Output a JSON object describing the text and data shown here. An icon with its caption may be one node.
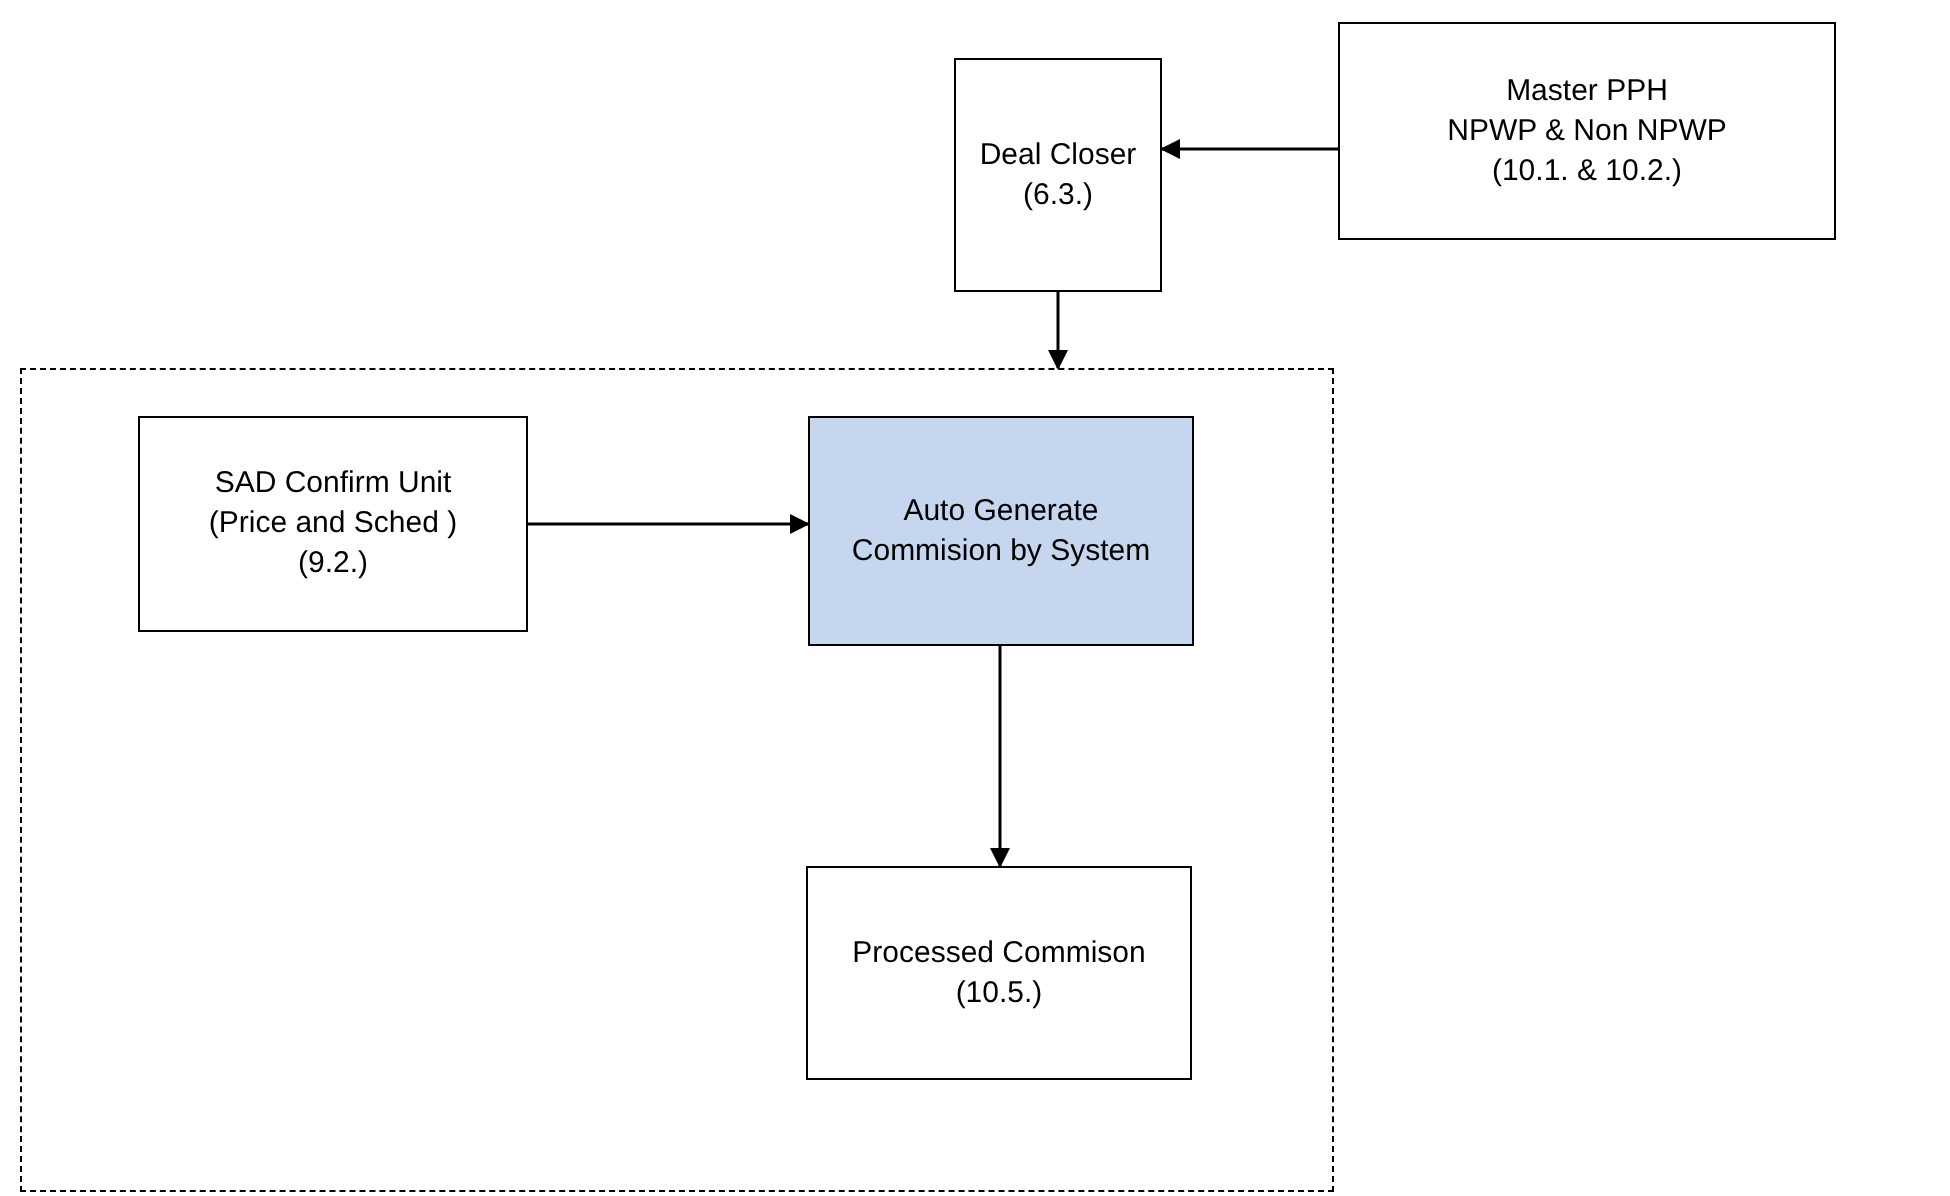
{
  "diagram": {
    "nodes": [
      {
        "text": [
          "Deal Closer",
          "(6.3.)"
        ]
      },
      {
        "text": [
          "Master PPH",
          "NPWP & Non NPWP",
          "(10.1. & 10.2.)"
        ]
      },
      {
        "text": [],
        "shape": "box"
      },
      {
        "text": [
          "SAD Confirm Unit",
          "(Price and Sched )",
          "(9.2.)"
        ],
        "in": 2
      },
      {
        "text": [
          "Auto Generate Commision by System"
        ],
        "in": 2
      },
      {
        "text": [
          "Processed Commison",
          "(10.5.)"
        ],
        "in": 2
      }
    ],
    "edges": [
      {
        "from": 1,
        "to": 0,
        "arrow": "to"
      },
      {
        "from": 0,
        "to": 2,
        "arrow": "to"
      },
      {
        "from": 3,
        "to": 4,
        "arrow": "to"
      },
      {
        "from": 4,
        "to": 5,
        "arrow": "to"
      }
    ]
  }
}
